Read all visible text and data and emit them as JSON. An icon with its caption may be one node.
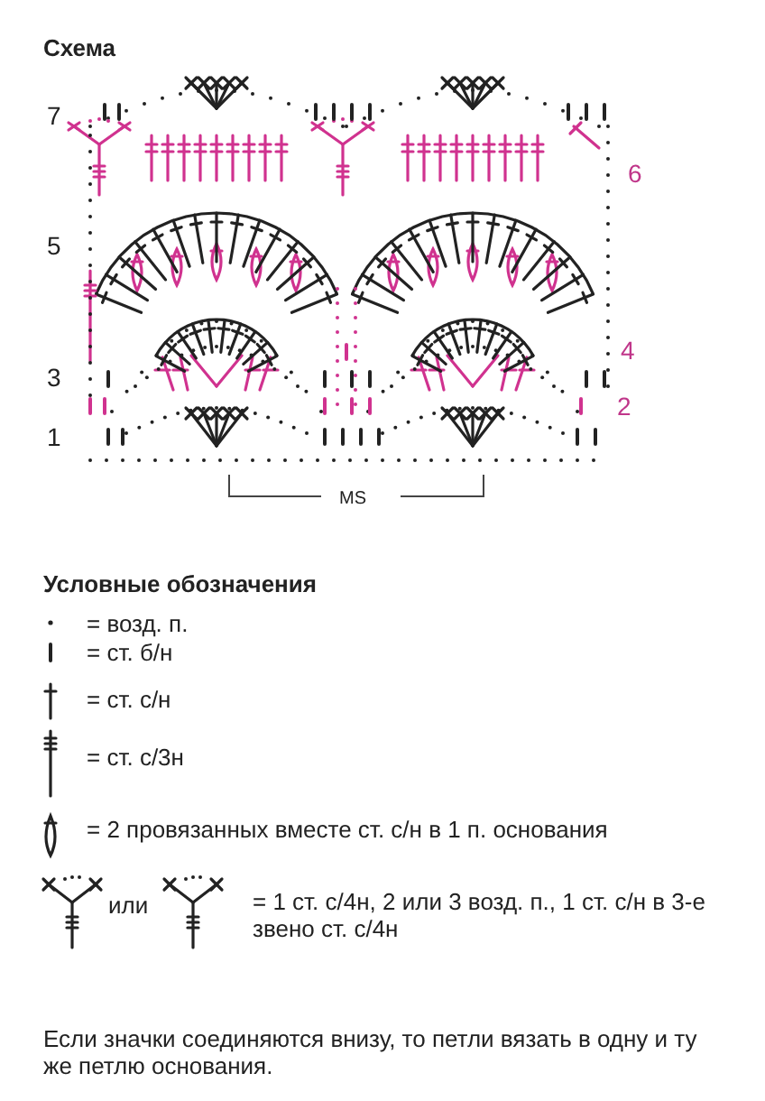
{
  "diagram": {
    "title": "Схема",
    "labels": [
      "7",
      "6",
      "5",
      "4",
      "3",
      "2",
      "1",
      "MS",
      "Условные обозначения",
      "или",
      "Если значки соединяются внизу, то петли вязать в одну и ту же петлю основания."
    ],
    "legend": [
      {
        "text": "= возд. п."
      },
      {
        "text": "= ст. б/н"
      },
      {
        "text": "= ст. с/н"
      },
      {
        "text": "= ст. с/3н"
      },
      {
        "text": "= 2 провязанных вместе ст. с/н в 1 п. основания"
      },
      {
        "text": "= 1 ст. с/4н, 2 или 3 возд. п., 1 ст. с/н в 3-е звено ст. с/4н"
      }
    ]
  }
}
